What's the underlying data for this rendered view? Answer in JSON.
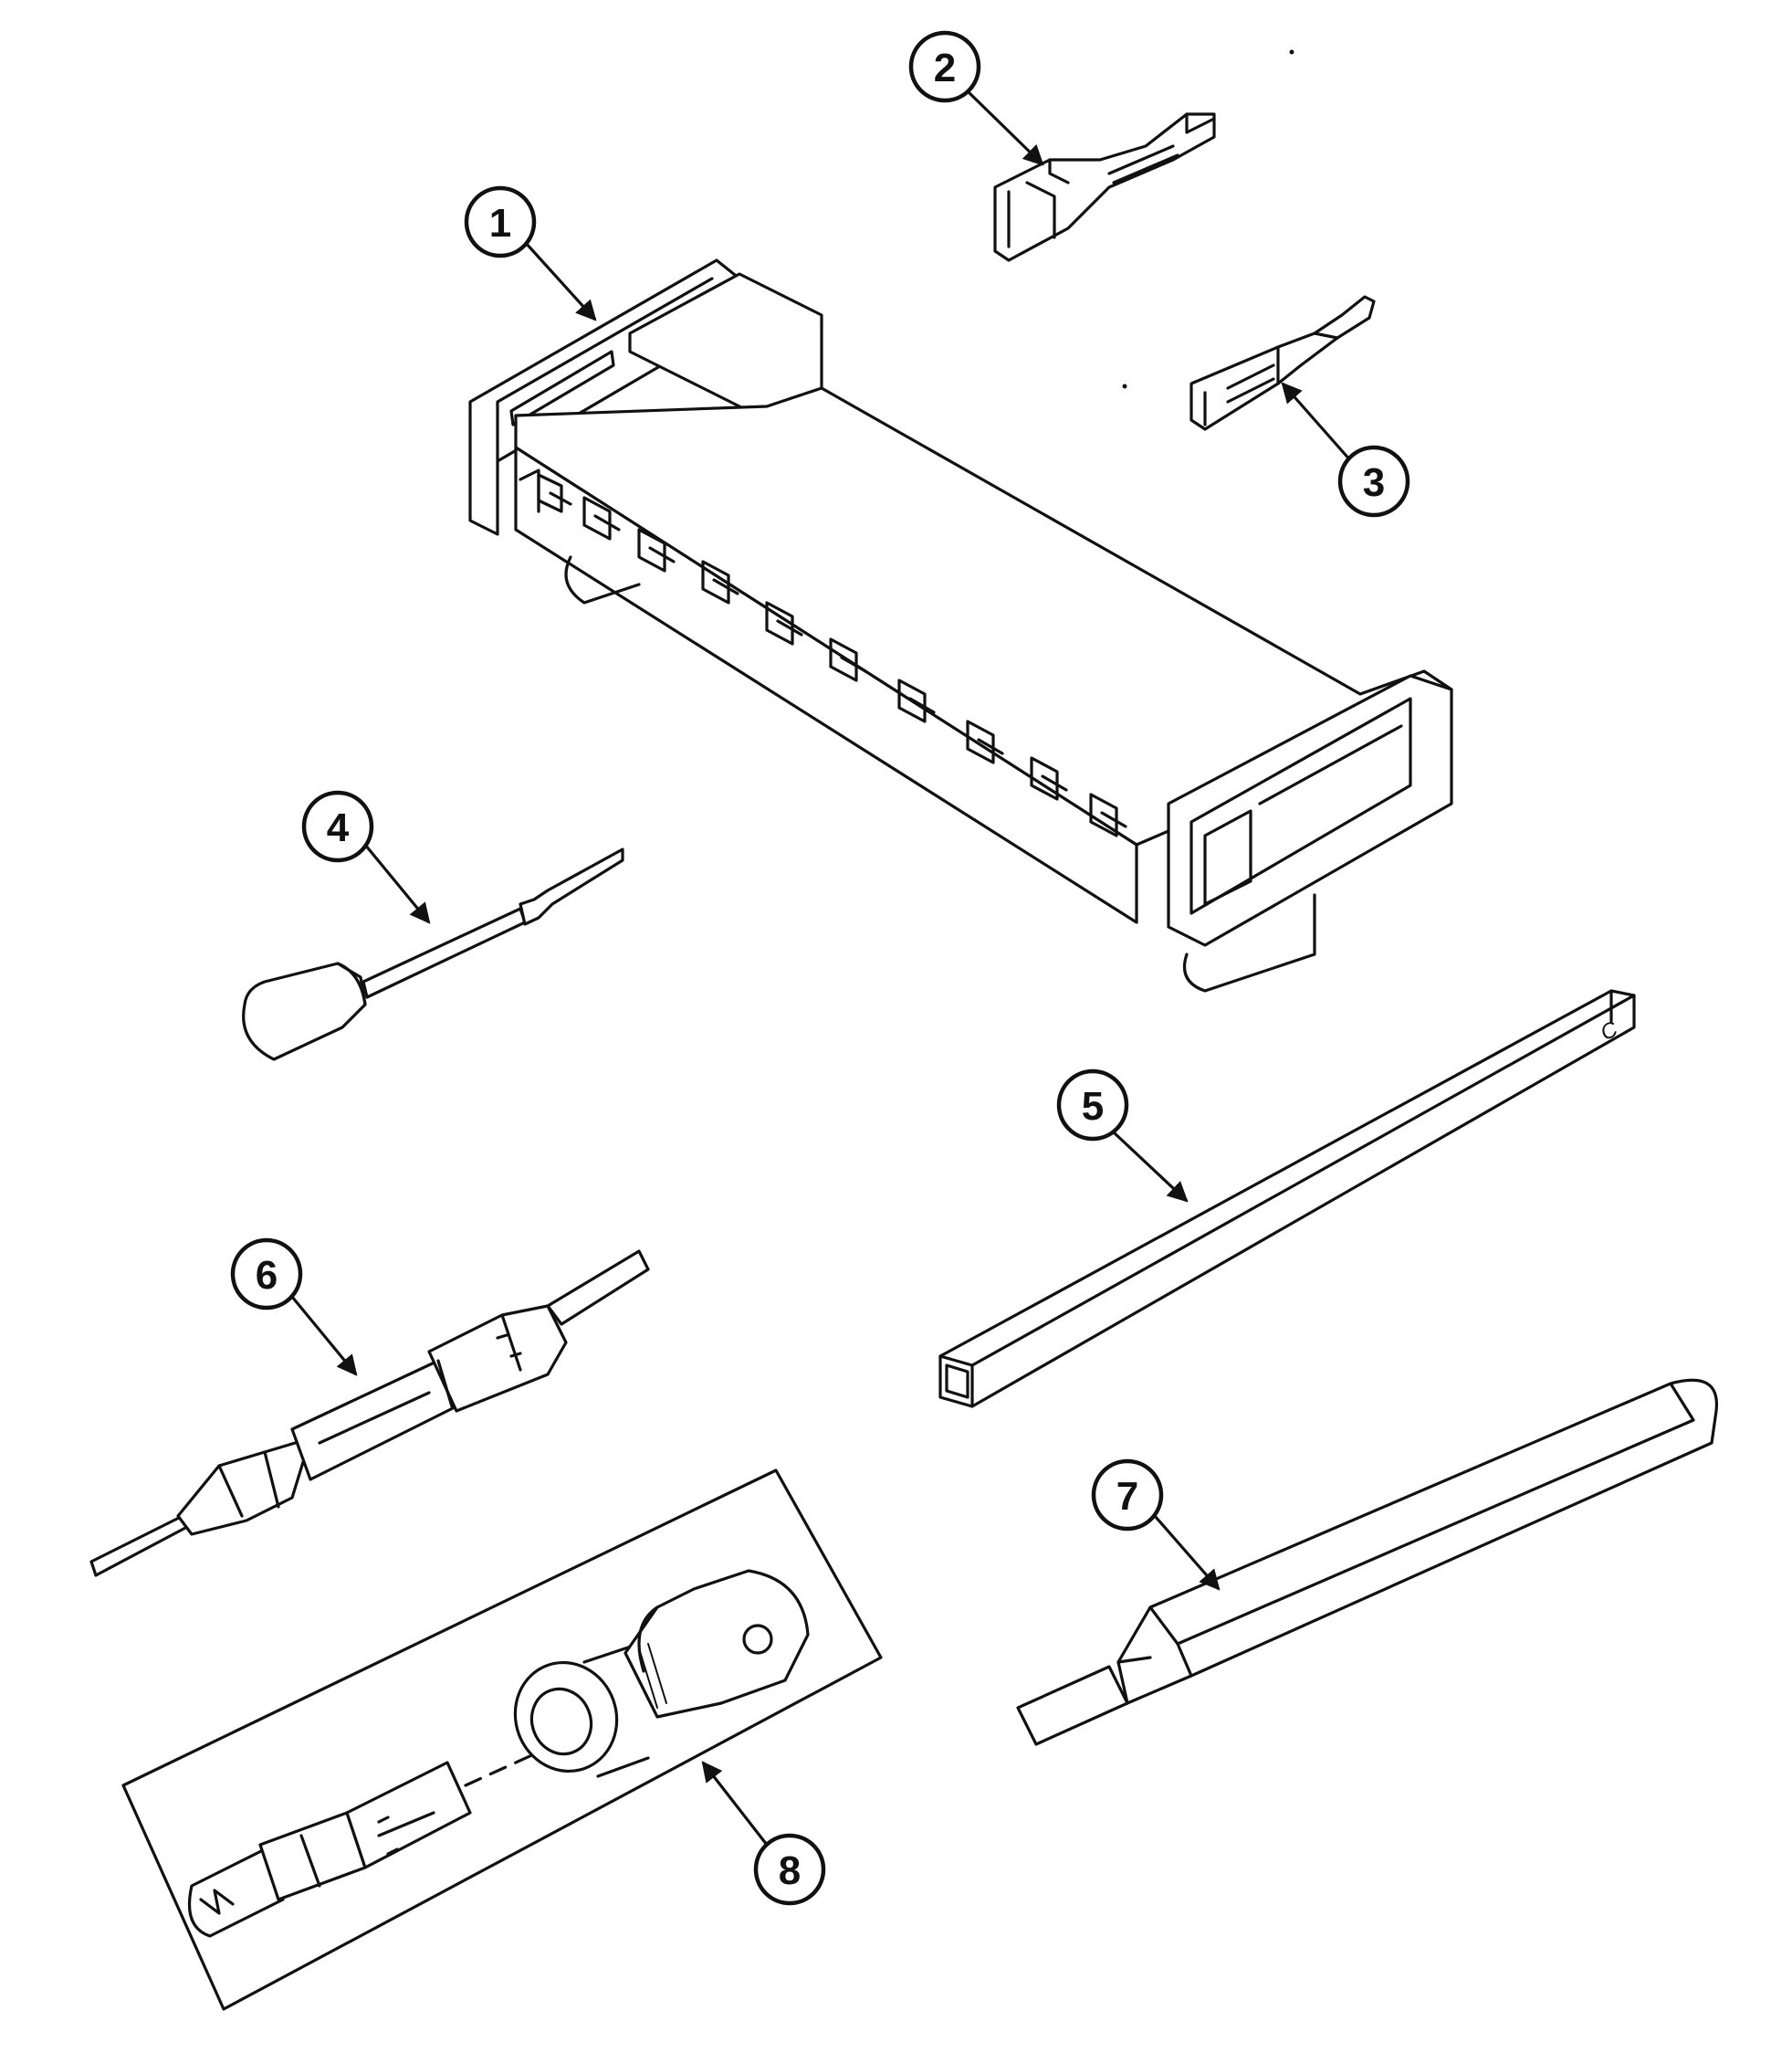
{
  "callouts": {
    "c1": "1",
    "c2": "2",
    "c3": "3",
    "c4": "4",
    "c5": "5",
    "c6": "6",
    "c7": "7",
    "c8": "8"
  },
  "part_marks": {
    "rod_end_letter": "C"
  },
  "colors": {
    "line": "#111111",
    "background": "#ffffff"
  }
}
